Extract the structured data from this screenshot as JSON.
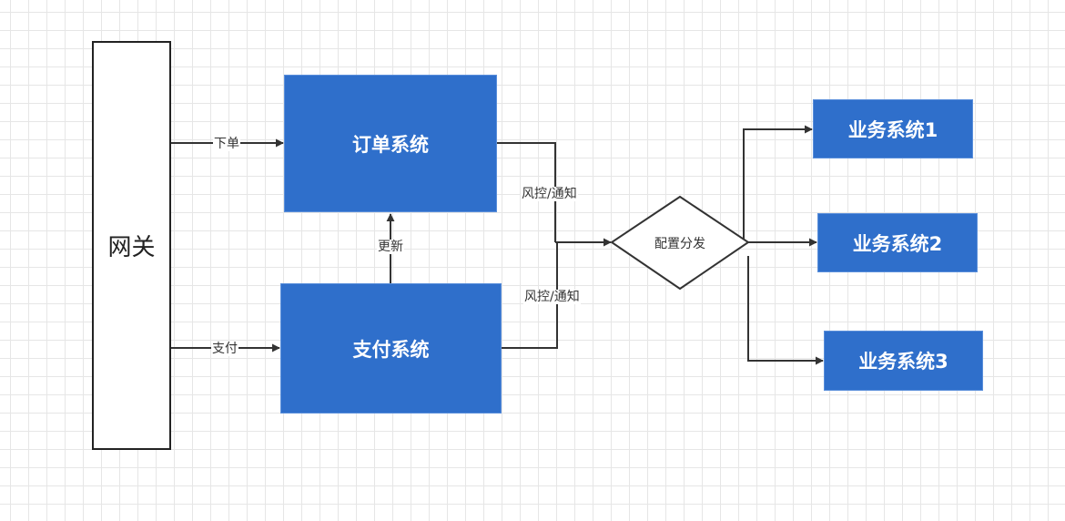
{
  "nodes": {
    "gateway": "网关",
    "order_system": "订单系统",
    "payment_system": "支付系统",
    "dispatch": "配置分发",
    "business_systems": [
      "业务系统1",
      "业务系统2",
      "业务系统3"
    ]
  },
  "edges": {
    "place_order": "下单",
    "pay": "支付",
    "update": "更新",
    "risk_notify_top": "风控/通知",
    "risk_notify_bottom": "风控/通知"
  },
  "colors": {
    "node_fill": "#2f6fcb",
    "node_text": "#ffffff",
    "line": "#333333"
  }
}
